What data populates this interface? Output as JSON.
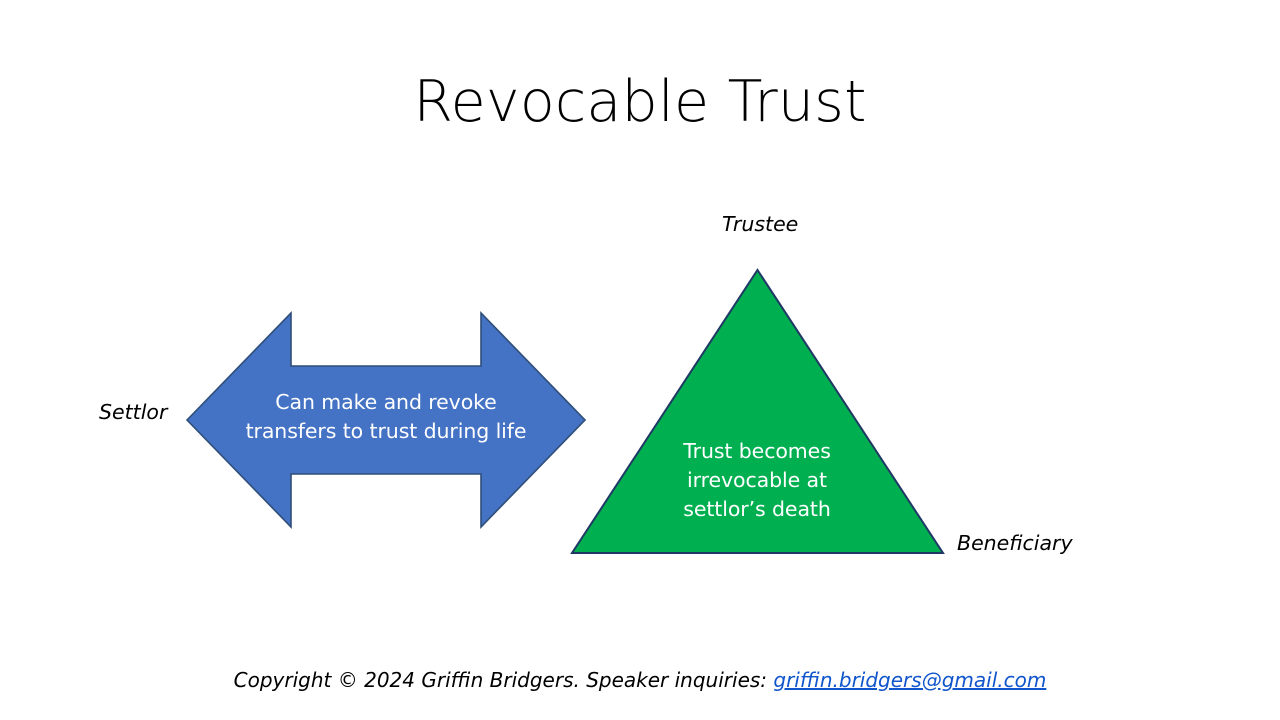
{
  "slide": {
    "title": "Revocable Trust",
    "background_color": "#FFFFFF"
  },
  "shapes": {
    "arrow": {
      "name": "left-right-arrow",
      "text_line1": "Can make and revoke",
      "text_line2": "transfers to trust during life",
      "fill_color": "#4472C4",
      "outline_color": "#2F4E78",
      "text_color": "#FFFFFF"
    },
    "triangle": {
      "name": "isosceles-triangle",
      "text_line1": "Trust becomes",
      "text_line2": "irrevocable at",
      "text_line3": "settlor’s death",
      "fill_color": "#00B050",
      "outline_color": "#1F3864",
      "text_color": "#FFFFFF"
    }
  },
  "labels": {
    "settlor": "Settlor",
    "trustee": "Trustee",
    "beneficiary": "Beneficiary"
  },
  "footer": {
    "text_before": "Copyright © 2024 Griffin Bridgers.  Speaker inquiries: ",
    "email": "griffin.bridgers@gmail.com",
    "link_color": "#1155CC"
  }
}
